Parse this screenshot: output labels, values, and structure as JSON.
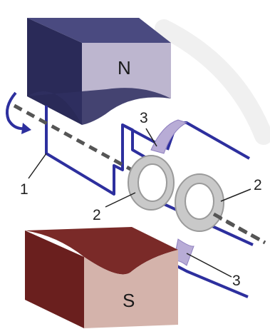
{
  "magnets": {
    "north": {
      "letter": "N",
      "top_color": "#3a3a6e",
      "front_color": "#bdb6cf",
      "side_color": "#2a2a55"
    },
    "south": {
      "letter": "S",
      "top_color": "#7a2a28",
      "front_color": "#d4b3ab",
      "side_color": "#6a1f1e"
    }
  },
  "labels": {
    "coil": "1",
    "slip_ring_left": "2",
    "slip_ring_right": "2",
    "brush_top": "3",
    "brush_bottom": "3"
  },
  "colors": {
    "coil": "#2d2f9e",
    "axis": "#555555",
    "ring": "#c9c9c9",
    "brush": "#b8acd6"
  }
}
